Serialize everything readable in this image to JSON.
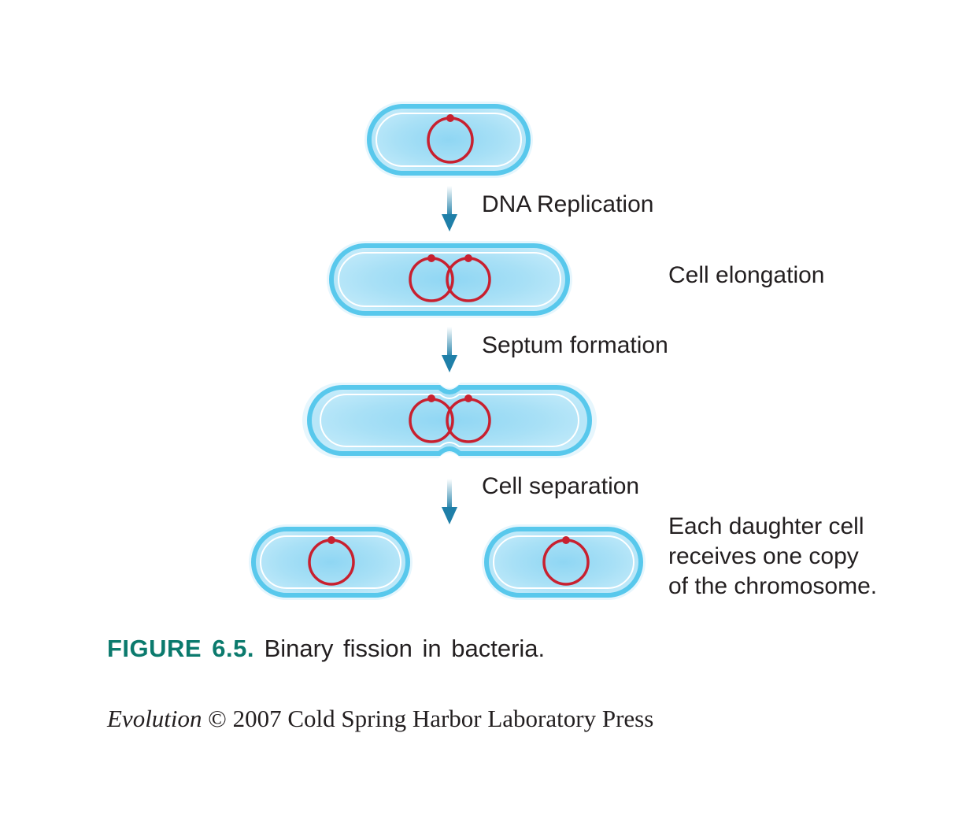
{
  "steps": {
    "dna_replication": "DNA Replication",
    "cell_elongation": "Cell elongation",
    "septum_formation": "Septum formation",
    "cell_separation": "Cell separation",
    "daughter_note": [
      "Each daughter cell",
      "receives one copy",
      "of the chromosome."
    ]
  },
  "caption": {
    "figure_number": "FIGURE 6.5.",
    "text": "Binary fission in bacteria."
  },
  "credit": {
    "book": "Evolution",
    "rest": "© 2007 Cold Spring Harbor Laboratory Press"
  },
  "colors": {
    "cell_outer": "#58c8ec",
    "cell_fill": "#8fd6f3",
    "chromosome": "#c8202f",
    "arrow": "#1f7fa8",
    "figure_label": "#0b7a6d"
  }
}
